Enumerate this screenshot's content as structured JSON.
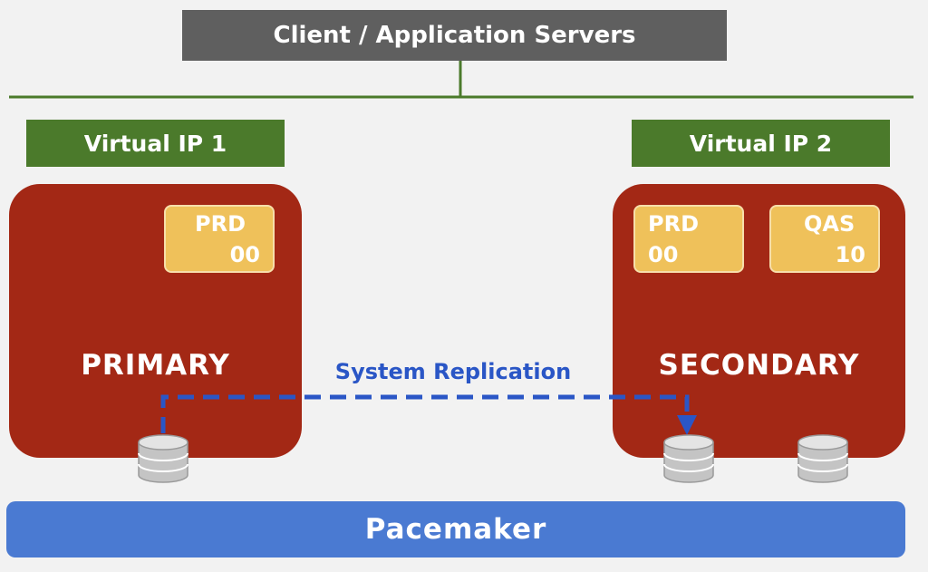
{
  "client": {
    "label": "Client / Application Servers"
  },
  "virtual_ips": [
    {
      "label": "Virtual IP 1"
    },
    {
      "label": "Virtual IP 2"
    }
  ],
  "nodes": {
    "primary": {
      "label": "PRIMARY",
      "instances": [
        {
          "line1": "PRD",
          "line2": "00"
        }
      ]
    },
    "secondary": {
      "label": "SECONDARY",
      "instances": [
        {
          "line1": "PRD",
          "line2": "00"
        },
        {
          "line1": "QAS",
          "line2": "10"
        }
      ]
    }
  },
  "replication": {
    "label": "System Replication"
  },
  "pacemaker": {
    "label": "Pacemaker"
  },
  "colors": {
    "client": "#5f5f5f",
    "virtual_ip": "#4b7a2b",
    "network_line": "#4b7a2b",
    "node": "#a32815",
    "instance": "#efc15a",
    "replication": "#2a56c6",
    "pacemaker": "#4a7ad2",
    "database": "#c4c4c4"
  }
}
